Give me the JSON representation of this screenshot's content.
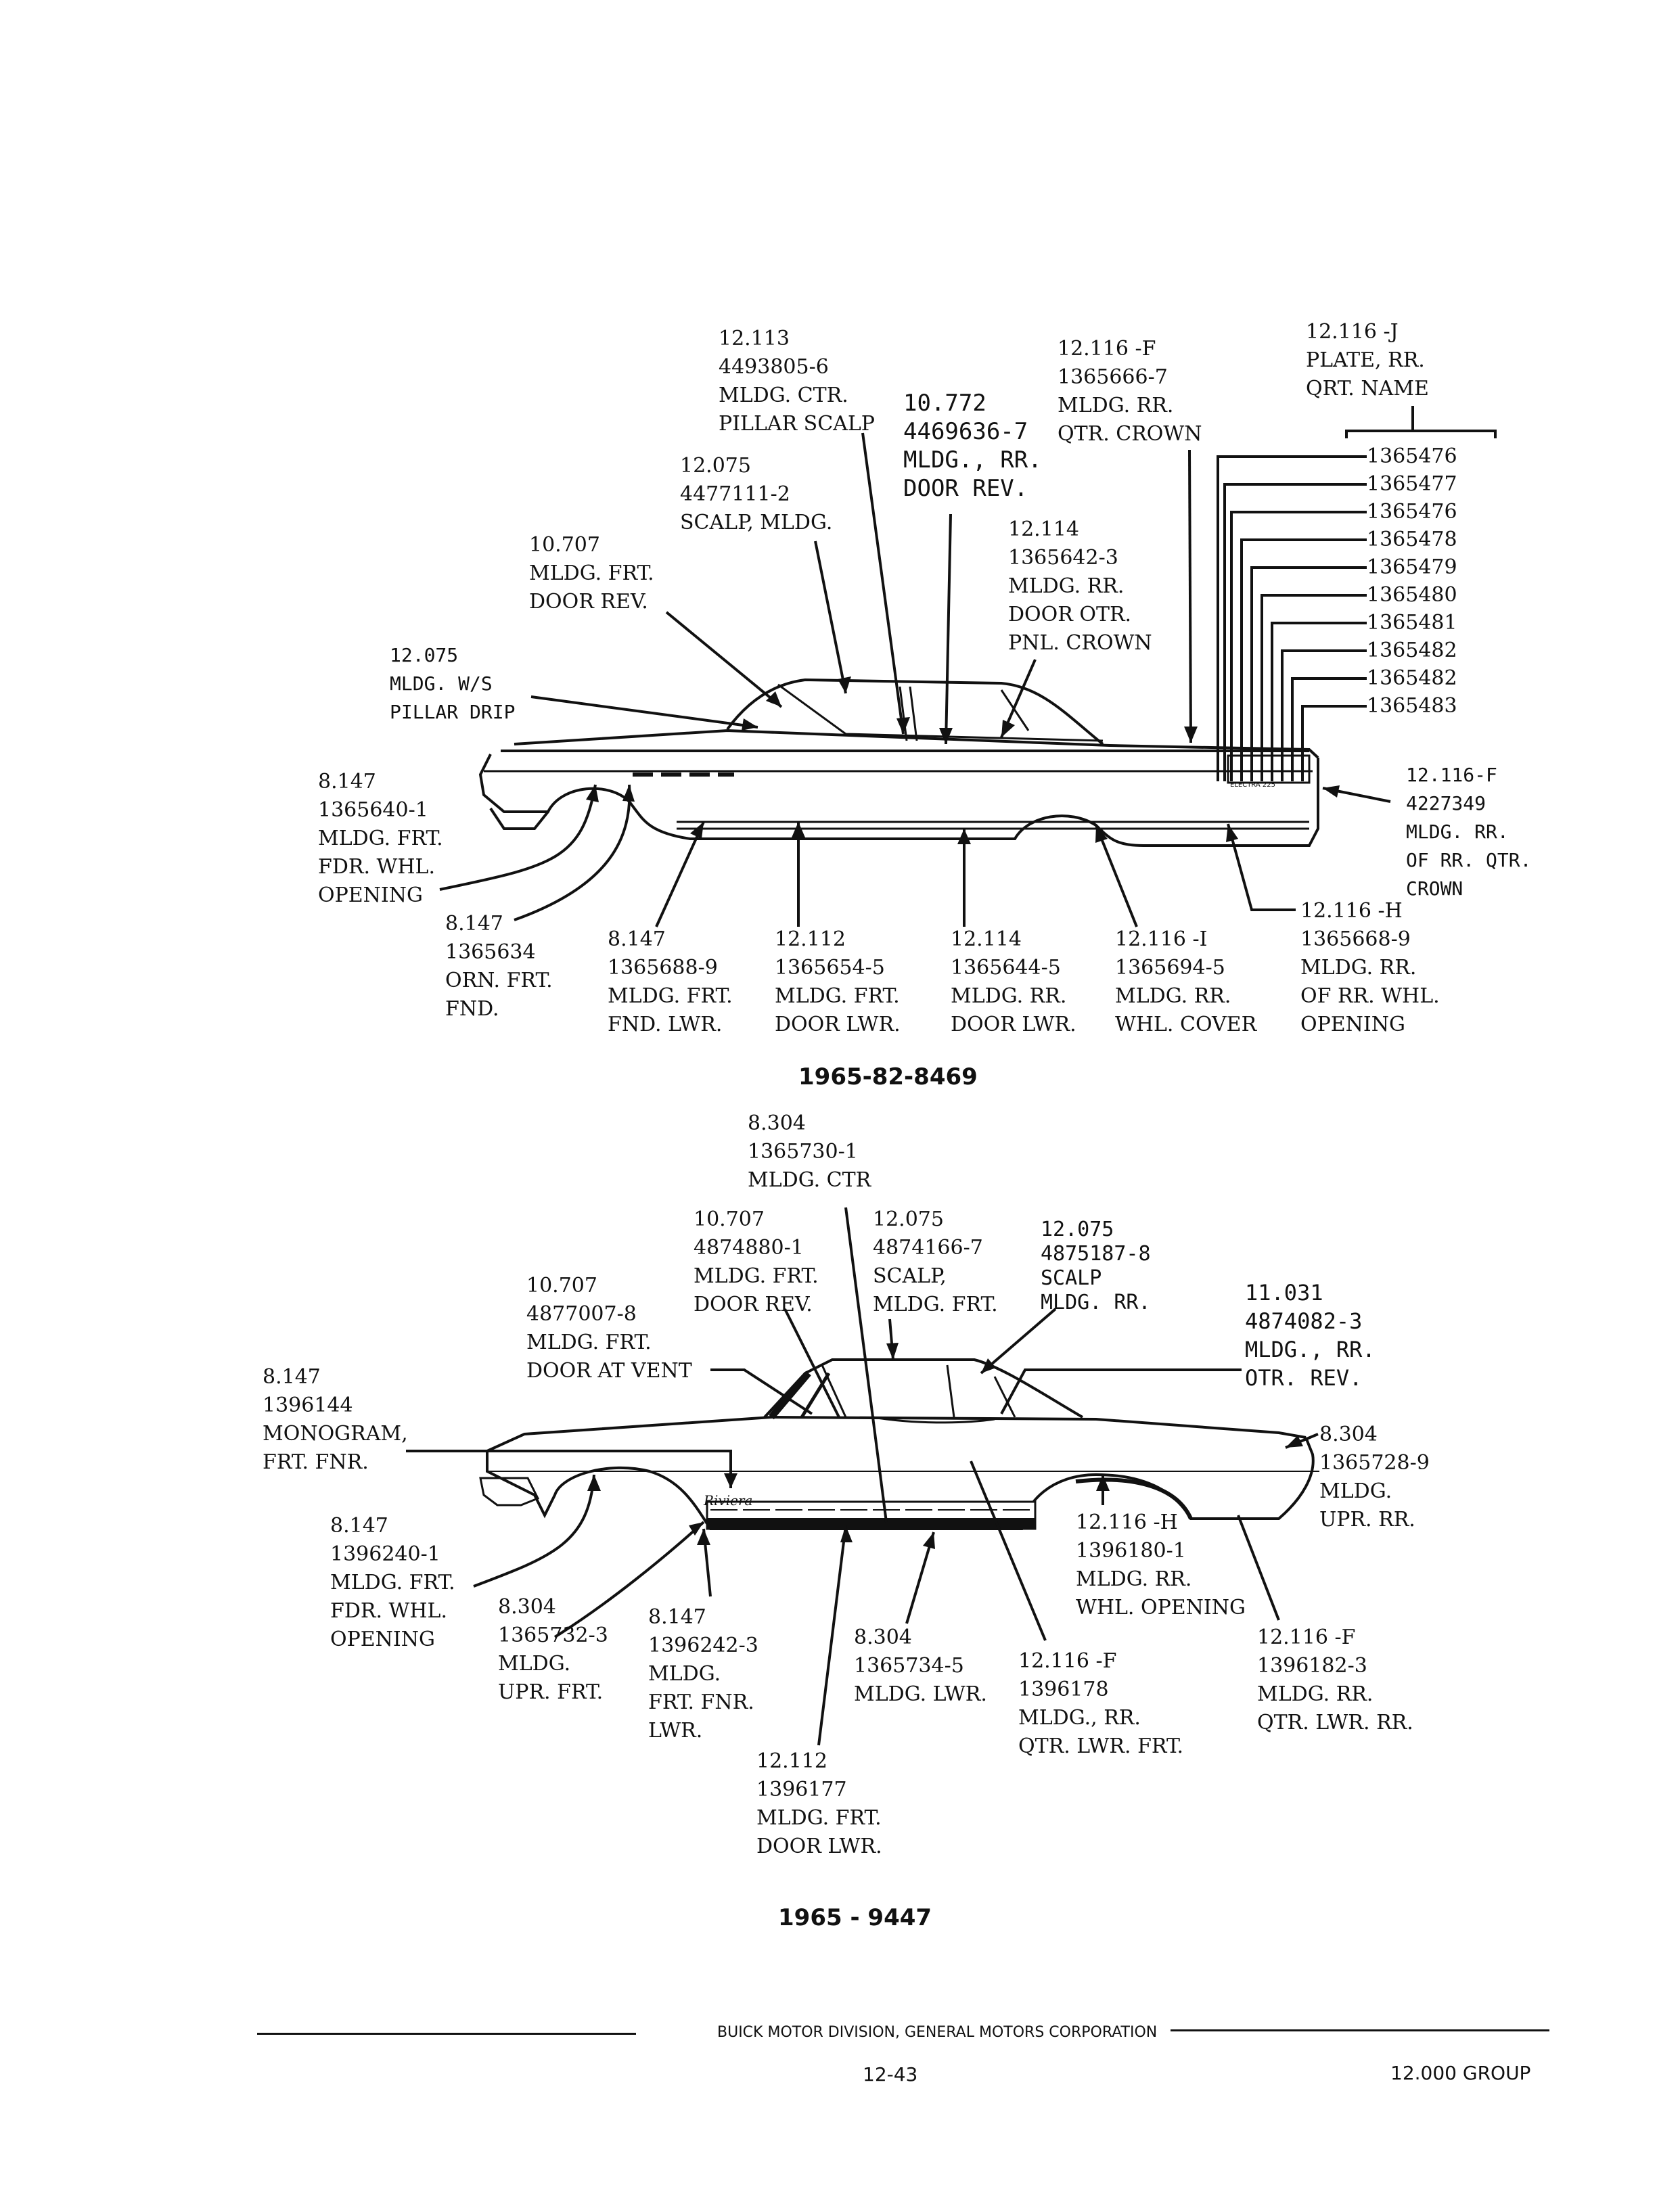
{
  "diagram_1": {
    "caption": "1965-82-8469",
    "callouts": [
      {
        "id": "d1-center-pillar-scalp",
        "lines": [
          "12.113",
          "4493805-6",
          "MLDG. CTR.",
          "PILLAR SCALP"
        ]
      },
      {
        "id": "d1-rear-door-reveal",
        "lines": [
          "10.772",
          "4469636-7",
          "MLDG., RR.",
          "DOOR REV."
        ]
      },
      {
        "id": "d1-rear-quarter-crown",
        "lines": [
          "12.116 -F",
          "1365666-7",
          "MLDG. RR.",
          "QTR. CROWN"
        ]
      },
      {
        "id": "d1-rear-quarter-name-plate",
        "lines": [
          "12.116 -J",
          "PLATE, RR.",
          "QRT. NAME"
        ]
      },
      {
        "id": "d1-scalp-molding",
        "lines": [
          "12.075",
          "4477111-2",
          "SCALP, MLDG."
        ]
      },
      {
        "id": "d1-rear-door-outer-panel-crown",
        "lines": [
          "12.114",
          "1365642-3",
          "MLDG. RR.",
          "DOOR OTR.",
          "PNL. CROWN"
        ]
      },
      {
        "id": "d1-front-door-reveal",
        "lines": [
          "10.707",
          "MLDG. FRT.",
          "DOOR REV."
        ]
      },
      {
        "id": "d1-windshield-pillar-drip",
        "lines": [
          "12.075",
          "MLDG. W/S",
          "PILLAR DRIP"
        ]
      },
      {
        "id": "d1-front-fender-wheel-opening",
        "lines": [
          "8.147",
          "1365640-1",
          "MLDG. FRT.",
          "FDR. WHL.",
          "OPENING"
        ]
      },
      {
        "id": "d1-rear-of-rear-quarter-crown",
        "lines": [
          "12.116-F",
          "4227349",
          "MLDG. RR.",
          "OF RR. QTR.",
          "CROWN"
        ]
      },
      {
        "id": "d1-front-fender-ornament",
        "lines": [
          "8.147",
          "1365634",
          "ORN. FRT.",
          "FND."
        ]
      },
      {
        "id": "d1-front-fender-lower",
        "lines": [
          "8.147",
          "1365688-9",
          "MLDG. FRT.",
          "FND. LWR."
        ]
      },
      {
        "id": "d1-front-door-lower",
        "lines": [
          "12.112",
          "1365654-5",
          "MLDG. FRT.",
          "DOOR LWR."
        ]
      },
      {
        "id": "d1-rear-door-lower",
        "lines": [
          "12.114",
          "1365644-5",
          "MLDG. RR.",
          "DOOR LWR."
        ]
      },
      {
        "id": "d1-rear-wheel-cover",
        "lines": [
          "12.116 -I",
          "1365694-5",
          "MLDG. RR.",
          "WHL. COVER"
        ]
      },
      {
        "id": "d1-rear-of-rear-wheel-opening",
        "lines": [
          "12.116 -H",
          "1365668-9",
          "MLDG. RR.",
          "OF RR. WHL.",
          "OPENING"
        ]
      }
    ],
    "name_plate_parts": [
      "1365476",
      "1365477",
      "1365476",
      "1365478",
      "1365479",
      "1365480",
      "1365481",
      "1365482",
      "1365482",
      "1365483"
    ],
    "emblem": "ELECTRA 225"
  },
  "diagram_2": {
    "caption": "1965 - 9447",
    "callouts": [
      {
        "id": "d2-center-molding",
        "lines": [
          "8.304",
          "1365730-1",
          "MLDG. CTR"
        ]
      },
      {
        "id": "d2-front-door-reveal",
        "lines": [
          "10.707",
          "4874880-1",
          "MLDG. FRT.",
          "DOOR REV."
        ]
      },
      {
        "id": "d2-scalp-front",
        "lines": [
          "12.075",
          "4874166-7",
          "SCALP,",
          "MLDG. FRT."
        ]
      },
      {
        "id": "d2-scalp-rear",
        "lines": [
          "12.075",
          "4875187-8",
          "SCALP",
          "MLDG. RR."
        ]
      },
      {
        "id": "d2-front-door-at-vent",
        "lines": [
          "10.707",
          "4877007-8",
          "MLDG. FRT.",
          "DOOR AT VENT"
        ]
      },
      {
        "id": "d2-rear-outer-reveal",
        "lines": [
          "11.031",
          "4874082-3",
          "MLDG., RR.",
          "OTR. REV."
        ]
      },
      {
        "id": "d2-front-fender-monogram",
        "lines": [
          "8.147",
          "1396144",
          "MONOGRAM,",
          "FRT. FNR."
        ]
      },
      {
        "id": "d2-upper-rear",
        "lines": [
          "8.304",
          "1365728-9",
          "MLDG.",
          "UPR. RR."
        ]
      },
      {
        "id": "d2-front-fender-wheel-opening",
        "lines": [
          "8.147",
          "1396240-1",
          "MLDG. FRT.",
          "FDR. WHL.",
          "OPENING"
        ]
      },
      {
        "id": "d2-rear-wheel-opening",
        "lines": [
          "12.116 -H",
          "1396180-1",
          "MLDG. RR.",
          "WHL. OPENING"
        ]
      },
      {
        "id": "d2-upper-front",
        "lines": [
          "8.304",
          "1365732-3",
          "MLDG.",
          "UPR. FRT."
        ]
      },
      {
        "id": "d2-front-fender-lower",
        "lines": [
          "8.147",
          "1396242-3",
          "MLDG.",
          "FRT. FNR.",
          "LWR."
        ]
      },
      {
        "id": "d2-lower-molding",
        "lines": [
          "8.304",
          "1365734-5",
          "MLDG. LWR."
        ]
      },
      {
        "id": "d2-rear-quarter-lower-front",
        "lines": [
          "12.116 -F",
          "1396178",
          "MLDG., RR.",
          "QTR. LWR. FRT."
        ]
      },
      {
        "id": "d2-rear-quarter-lower-rear",
        "lines": [
          "12.116 -F",
          "1396182-3",
          "MLDG. RR.",
          "QTR. LWR. RR."
        ]
      },
      {
        "id": "d2-front-door-lower",
        "lines": [
          "12.112",
          "1396177",
          "MLDG. FRT.",
          "DOOR LWR."
        ]
      }
    ],
    "emblem": "Riviera"
  },
  "footer": {
    "division": "BUICK MOTOR DIVISION, GENERAL MOTORS CORPORATION",
    "page_number": "12-43",
    "group": "12.000 GROUP"
  }
}
